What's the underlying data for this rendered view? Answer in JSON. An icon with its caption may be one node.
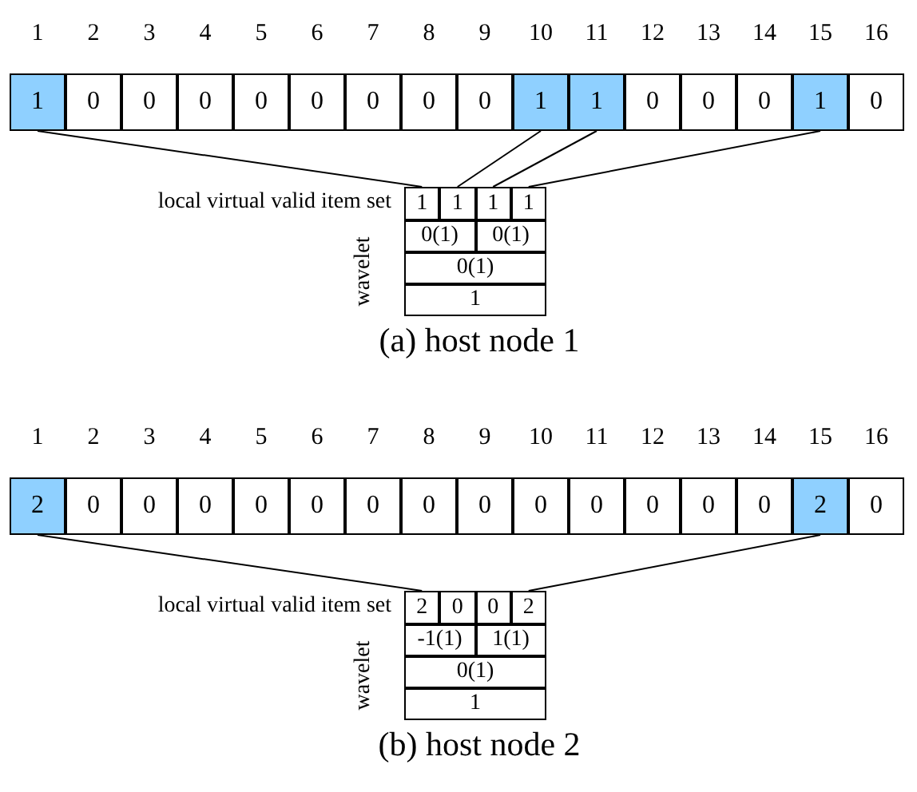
{
  "diagram": {
    "nodes": [
      {
        "text": [
          "1"
        ]
      },
      {
        "text": [
          "0"
        ]
      },
      {
        "text": [
          "0"
        ]
      },
      {
        "text": [
          "0"
        ]
      },
      {
        "text": [
          "0"
        ]
      },
      {
        "text": [
          "0"
        ]
      },
      {
        "text": [
          "0"
        ]
      },
      {
        "text": [
          "0"
        ]
      },
      {
        "text": [
          "0"
        ]
      },
      {
        "text": [
          "1"
        ]
      },
      {
        "text": [
          "1"
        ]
      },
      {
        "text": [
          "0"
        ]
      },
      {
        "text": [
          "0"
        ]
      },
      {
        "text": [
          "0"
        ]
      },
      {
        "text": [
          "1"
        ]
      },
      {
        "text": [
          "0"
        ]
      },
      {
        "text": [
          "1"
        ]
      },
      {
        "text": [
          "1"
        ]
      },
      {
        "text": [
          "1"
        ]
      },
      {
        "text": [
          "1"
        ]
      },
      {
        "text": [
          "0(1)"
        ]
      },
      {
        "text": [
          "0(1)"
        ]
      },
      {
        "text": [
          "0(1)"
        ]
      },
      {
        "text": [
          "1"
        ]
      },
      {
        "text": [
          "2"
        ]
      },
      {
        "text": [
          "0"
        ]
      },
      {
        "text": [
          "0"
        ]
      },
      {
        "text": [
          "0"
        ]
      },
      {
        "text": [
          "0"
        ]
      },
      {
        "text": [
          "0"
        ]
      },
      {
        "text": [
          "0"
        ]
      },
      {
        "text": [
          "0"
        ]
      },
      {
        "text": [
          "0"
        ]
      },
      {
        "text": [
          "0"
        ]
      },
      {
        "text": [
          "0"
        ]
      },
      {
        "text": [
          "0"
        ]
      },
      {
        "text": [
          "0"
        ]
      },
      {
        "text": [
          "0"
        ]
      },
      {
        "text": [
          "2"
        ]
      },
      {
        "text": [
          "0"
        ]
      },
      {
        "text": [
          "2"
        ]
      },
      {
        "text": [
          "0"
        ]
      },
      {
        "text": [
          "0"
        ]
      },
      {
        "text": [
          "2"
        ]
      },
      {
        "text": [
          "-1(1)"
        ]
      },
      {
        "text": [
          "1(1)"
        ]
      },
      {
        "text": [
          "0(1)"
        ]
      },
      {
        "text": [
          "1"
        ]
      }
    ],
    "edges": [
      {
        "from": 0,
        "to": 16,
        "arrow": "none"
      },
      {
        "from": 9,
        "to": 17,
        "arrow": "none"
      },
      {
        "from": 10,
        "to": 18,
        "arrow": "none"
      },
      {
        "from": 14,
        "to": 19,
        "arrow": "none"
      },
      {
        "from": 24,
        "to": 40,
        "arrow": "none"
      },
      {
        "from": 38,
        "to": 43,
        "arrow": "none"
      }
    ],
    "labels": [
      "1",
      "2",
      "3",
      "4",
      "5",
      "6",
      "7",
      "8",
      "9",
      "10",
      "11",
      "12",
      "13",
      "14",
      "15",
      "16",
      "local virtual valid item set",
      "wavelet",
      "(a) host node 1",
      "1",
      "2",
      "3",
      "4",
      "5",
      "6",
      "7",
      "8",
      "9",
      "10",
      "11",
      "12",
      "13",
      "14",
      "15",
      "16",
      "local virtual valid item set",
      "wavelet",
      "(b) host node 2"
    ]
  }
}
